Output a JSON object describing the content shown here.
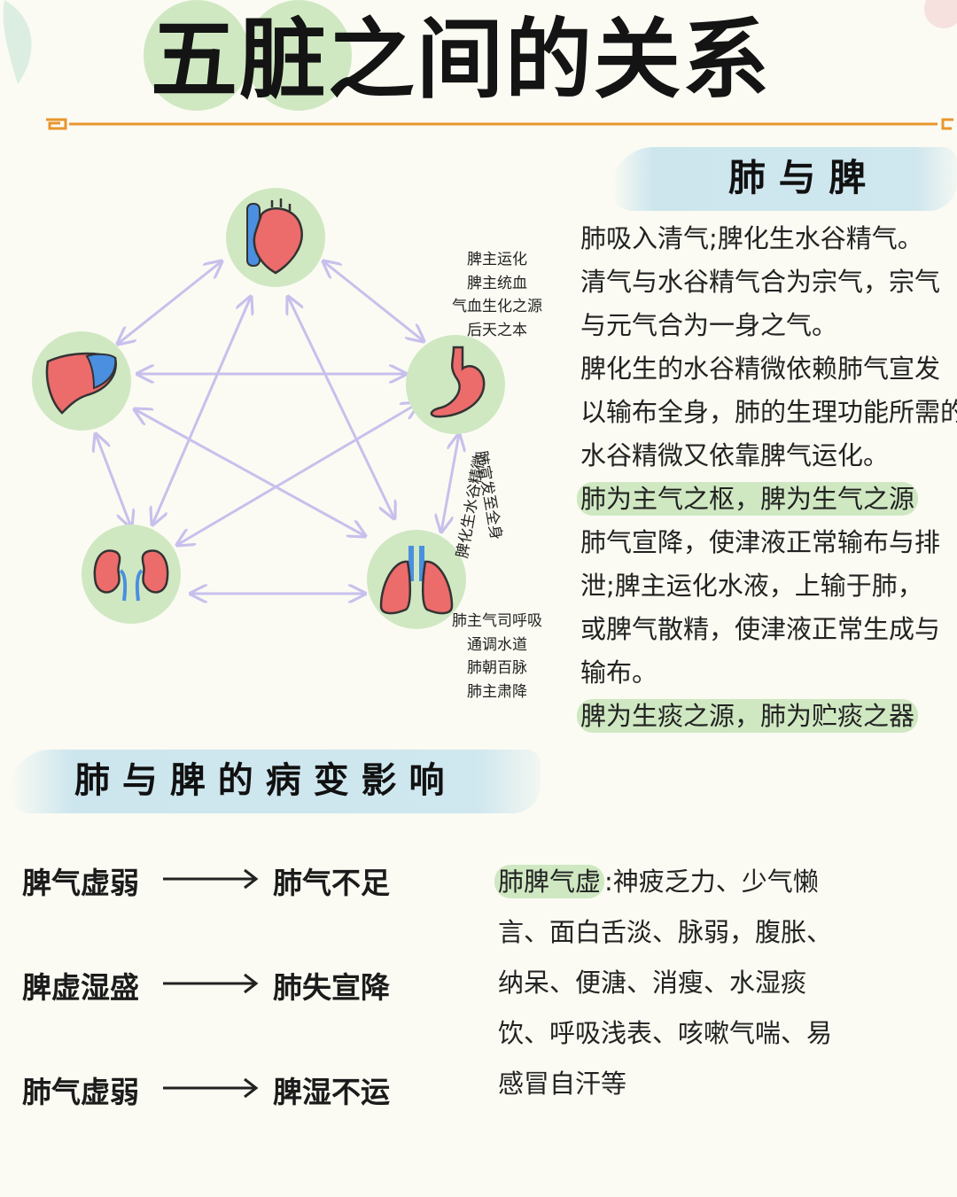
{
  "title": "五脏之间的关系",
  "section_lung_spleen": "肺 与 脾",
  "diagram": {
    "organs": [
      "heart-icon",
      "stomach-icon",
      "lungs-icon",
      "kidneys-icon",
      "liver-icon"
    ],
    "spleen_notes": [
      "脾主运化",
      "脾主统血",
      "气血生化之源",
      "后天之本"
    ],
    "lung_notes": [
      "肺主气司呼吸",
      "通调水道",
      "肺朝百脉",
      "肺主肃降"
    ],
    "edge_label_1": "脾化生水谷精微",
    "edge_label_2": "肺宣发至全身",
    "colors": {
      "circle": "#cfe8c2",
      "organ_red": "#ec6b6b",
      "organ_blue": "#4a8fe0",
      "arrow": "#c8c0ec"
    }
  },
  "paragraphs": [
    "肺吸入清气;脾化生水谷精气。",
    "清气与水谷精气合为宗气，宗气",
    "与元气合为一身之气。",
    "脾化生的水谷精微依赖肺气宣发",
    "以输布全身，肺的生理功能所需的",
    "水谷精微又依靠脾气运化。",
    "肺为主气之枢，脾为生气之源",
    "肺气宣降，使津液正常输布与排",
    "泄;脾主运化水液，上输于肺，",
    "或脾气散精，使津液正常生成与",
    "输布。",
    "脾为生痰之源，肺为贮痰之器"
  ],
  "section_pathology": "肺 与 脾 的 病 变 影 响",
  "pathology": [
    {
      "cause": "脾气虚弱",
      "effect": "肺气不足"
    },
    {
      "cause": "脾虚湿盛",
      "effect": "肺失宣降"
    },
    {
      "cause": "肺气虚弱",
      "effect": "脾湿不运"
    }
  ],
  "symptoms_label": "肺脾气虚",
  "symptoms": [
    ":神疲乏力、少气懒",
    "言、面白舌淡、脉弱，腹胀、",
    "纳呆、便溏、消瘦、水湿痰",
    "饮、呼吸浅表、咳嗽气喘、易",
    "感冒自汗等"
  ],
  "accent_color": "#e8962e"
}
